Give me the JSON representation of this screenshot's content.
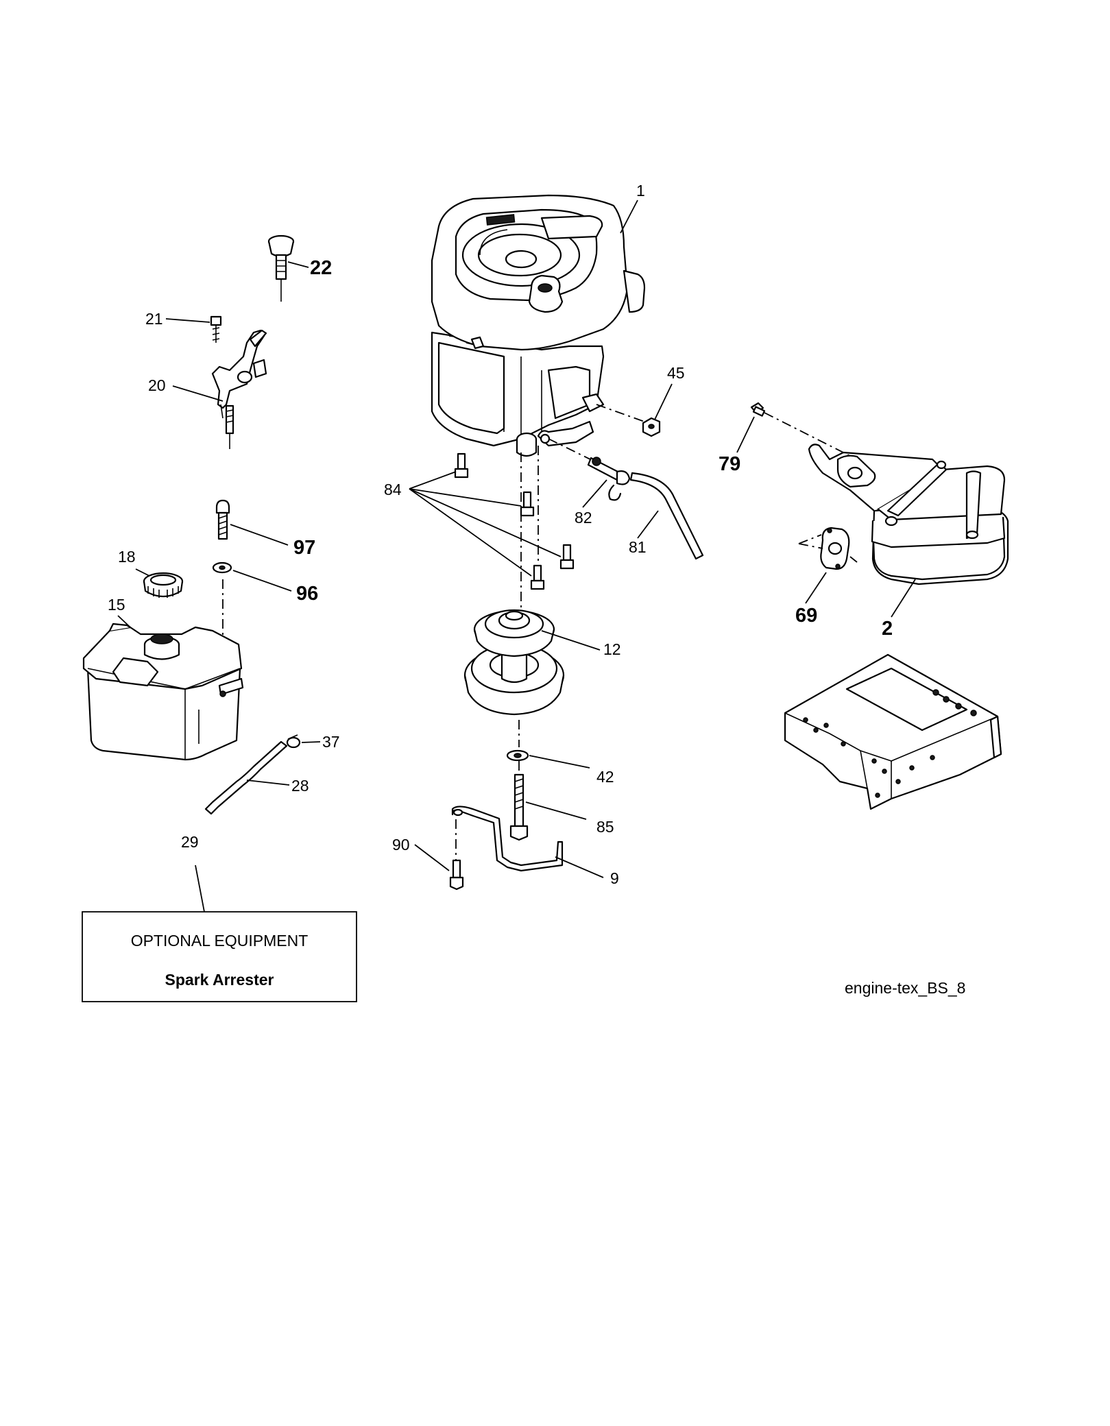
{
  "callouts": {
    "c1": "1",
    "c2": "2",
    "c9": "9",
    "c12": "12",
    "c15": "15",
    "c18": "18",
    "c20": "20",
    "c21": "21",
    "c22": "22",
    "c28": "28",
    "c29": "29",
    "c37": "37",
    "c42": "42",
    "c45": "45",
    "c69": "69",
    "c79": "79",
    "c81": "81",
    "c82": "82",
    "c84": "84",
    "c85": "85",
    "c90": "90",
    "c96": "96",
    "c97": "97"
  },
  "optional_box": {
    "heading": "OPTIONAL EQUIPMENT",
    "item": "Spark Arrester"
  },
  "drawing_code": "engine-tex_BS_8"
}
